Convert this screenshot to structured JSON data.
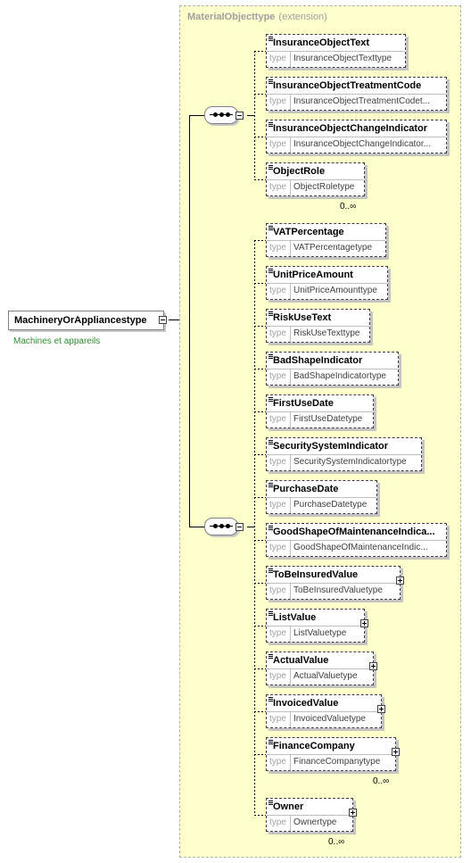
{
  "extension": {
    "title": "MaterialObjecttype",
    "subtitle": "(extension)"
  },
  "root": {
    "name": "MachineryOrAppliancestype",
    "documentation": "Machines et appareils"
  },
  "type_label": "type",
  "group1": {
    "cardinality": "0..∞",
    "elements": [
      {
        "name": "InsuranceObjectText",
        "type": "InsuranceObjectTexttype"
      },
      {
        "name": "InsuranceObjectTreatmentCode",
        "type": "InsuranceObjectTreatmentCodet..."
      },
      {
        "name": "InsuranceObjectChangeIndicator",
        "type": "InsuranceObjectChangeIndicator..."
      },
      {
        "name": "ObjectRole",
        "type": "ObjectRoletype"
      }
    ]
  },
  "group2": {
    "elements": [
      {
        "name": "VATPercentage",
        "type": "VATPercentagetype"
      },
      {
        "name": "UnitPriceAmount",
        "type": "UnitPriceAmounttype"
      },
      {
        "name": "RiskUseText",
        "type": "RiskUseTexttype"
      },
      {
        "name": "BadShapeIndicator",
        "type": "BadShapeIndicatortype"
      },
      {
        "name": "FirstUseDate",
        "type": "FirstUseDatetype"
      },
      {
        "name": "SecuritySystemIndicator",
        "type": "SecuritySystemIndicatortype"
      },
      {
        "name": "PurchaseDate",
        "type": "PurchaseDatetype"
      },
      {
        "name": "GoodShapeOfMaintenanceIndica...",
        "type": "GoodShapeOfMaintenanceIndic..."
      },
      {
        "name": "ToBeInsuredValue",
        "type": "ToBeInsuredValuetype"
      },
      {
        "name": "ListValue",
        "type": "ListValuetype"
      },
      {
        "name": "ActualValue",
        "type": "ActualValuetype"
      },
      {
        "name": "InvoicedValue",
        "type": "InvoicedValuetype"
      },
      {
        "name": "FinanceCompany",
        "type": "FinanceCompanytype",
        "cardinality": "0..∞"
      },
      {
        "name": "Owner",
        "type": "Ownertype",
        "cardinality": "0..∞"
      }
    ]
  }
}
